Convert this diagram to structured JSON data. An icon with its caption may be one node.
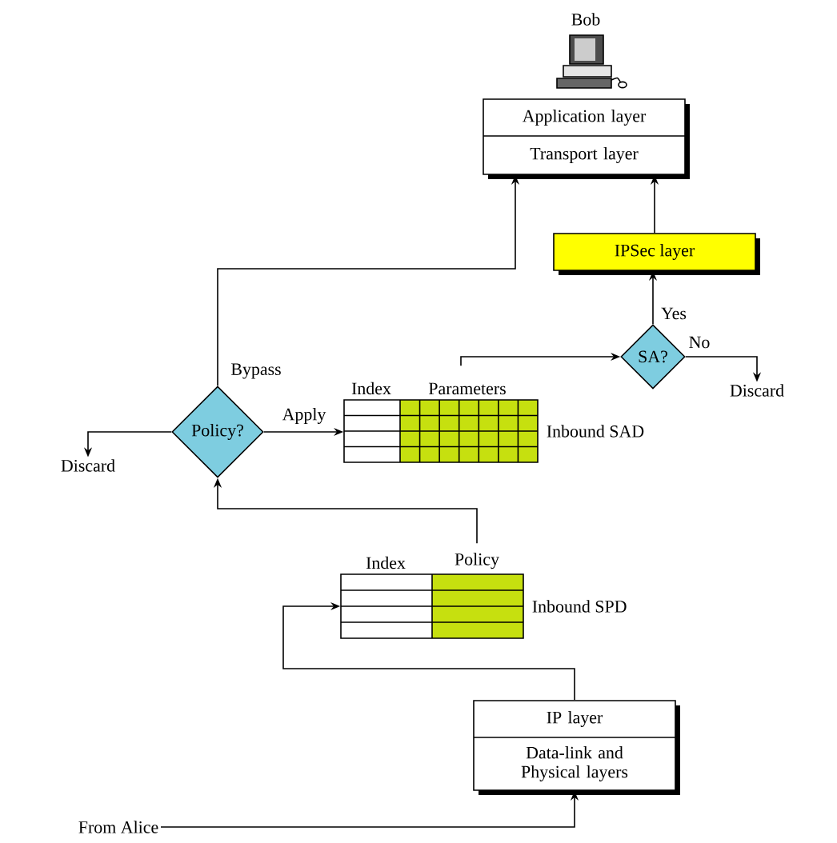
{
  "diagram": {
    "nodes": [
      {
        "text": [
          "Application layer",
          "Transport layer"
        ]
      },
      {
        "text": [
          "IPSec layer"
        ]
      },
      {
        "text": [
          "SA?"
        ]
      },
      {
        "text": [
          "Policy?"
        ]
      },
      {
        "text": [
          "Index",
          "Parameters"
        ],
        "beside": [
          "Inbound SAD"
        ]
      },
      {
        "text": [
          "Index",
          "Policy"
        ],
        "beside": [
          "Inbound SPD"
        ]
      },
      {
        "text": [
          "IP layer",
          "Data-link and Physical layers"
        ]
      },
      {
        "text": [
          "From Alice"
        ]
      },
      {
        "text": [
          "Discard"
        ]
      },
      {
        "text": [
          "Discard"
        ]
      }
    ],
    "edges": [
      {
        "from": 7,
        "to": 6,
        "arrow": "to"
      },
      {
        "from": 6,
        "to": 5,
        "arrow": "to"
      },
      {
        "from": 5,
        "to": 3,
        "arrow": "to"
      },
      {
        "from": 3,
        "to": 4,
        "arrow": "to",
        "label": "Apply"
      },
      {
        "from": 3,
        "to": 8,
        "arrow": "to"
      },
      {
        "from": 3,
        "to": 0,
        "arrow": "to",
        "label": "Bypass"
      },
      {
        "from": 4,
        "to": 2,
        "arrow": "to"
      },
      {
        "from": 2,
        "to": 9,
        "arrow": "to",
        "label": "No"
      },
      {
        "from": 2,
        "to": 1,
        "arrow": "to",
        "label": "Yes"
      },
      {
        "from": 1,
        "to": 0,
        "arrow": "to"
      }
    ],
    "labels": [
      "Bob"
    ]
  }
}
